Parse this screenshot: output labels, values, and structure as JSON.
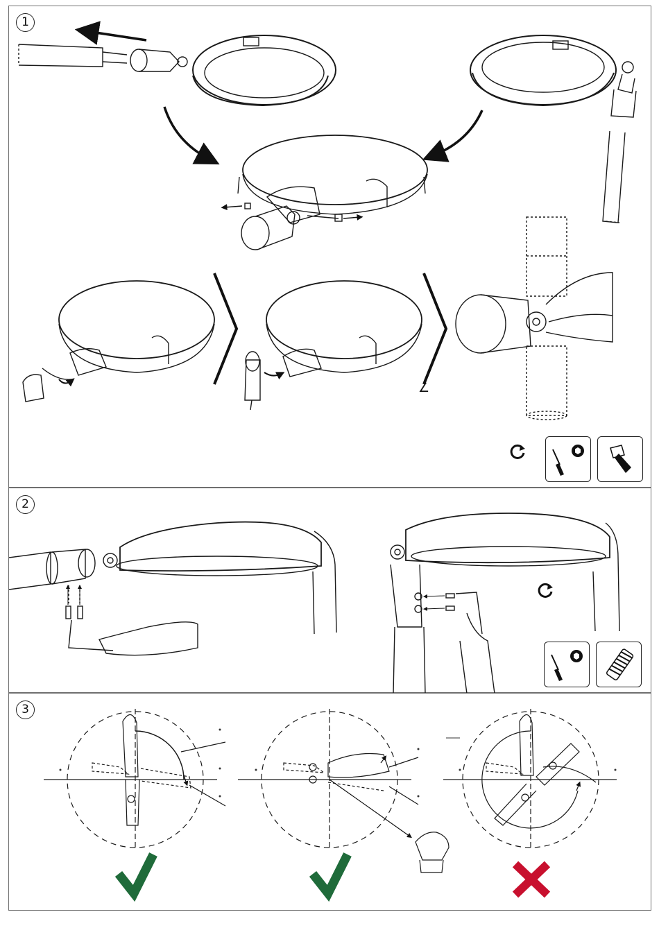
{
  "steps": [
    {
      "number": "1",
      "actions": [
        "rotate-icon",
        "screwdriver-hex-icon",
        "hex-key-bit-icon"
      ]
    },
    {
      "number": "2",
      "actions": [
        "rotate-icon",
        "screwdriver-hex-icon",
        "threaded-grub-screw-icon"
      ]
    },
    {
      "number": "3",
      "results": [
        "correct",
        "correct",
        "incorrect"
      ]
    }
  ],
  "colors": {
    "line": "#1a1a1a",
    "correct_mark": "#1f6b3a",
    "incorrect_mark": "#c8102e",
    "frame": "#6f6f6f"
  },
  "step1_marker": "∠"
}
